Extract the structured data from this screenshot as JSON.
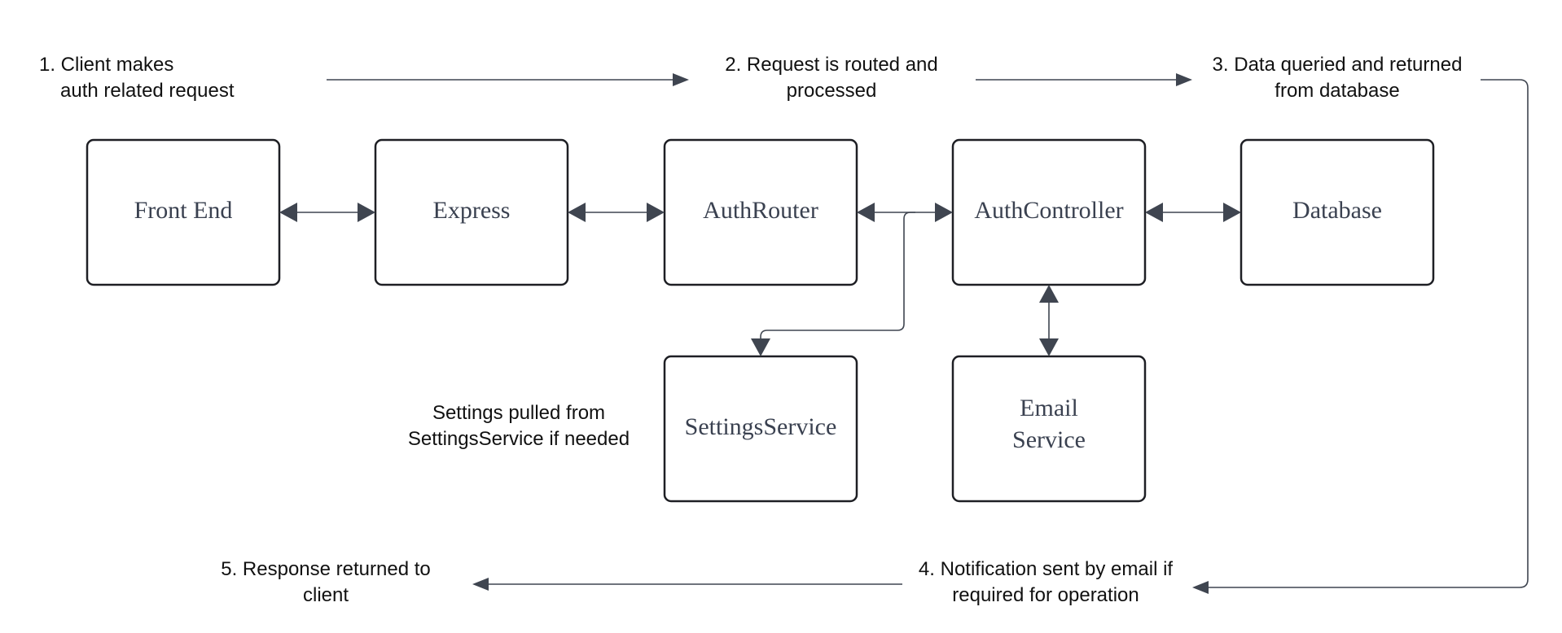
{
  "components": {
    "front_end": "Front End",
    "express": "Express",
    "auth_router": "AuthRouter",
    "auth_controller": "AuthController",
    "database": "Database",
    "settings_service": "SettingsService",
    "email_service_line1": "Email",
    "email_service_line2": "Service"
  },
  "steps": {
    "step1_line1": "1.  Client makes",
    "step1_line2": "auth related request",
    "step2_line1": "2.  Request is routed and",
    "step2_line2": "processed",
    "step3_line1": "3. Data queried and returned",
    "step3_line2": "from database",
    "step4_line1": "4.  Notification sent by email if",
    "step4_line2": "required for operation",
    "step5_line1": "5.  Response returned to",
    "step5_line2": "client"
  },
  "notes": {
    "settings_line1": "Settings pulled from",
    "settings_line2": "SettingsService if needed"
  },
  "colors": {
    "box_stroke": "#1e1f24",
    "box_text": "#3a4150",
    "connector": "#3f4550"
  }
}
